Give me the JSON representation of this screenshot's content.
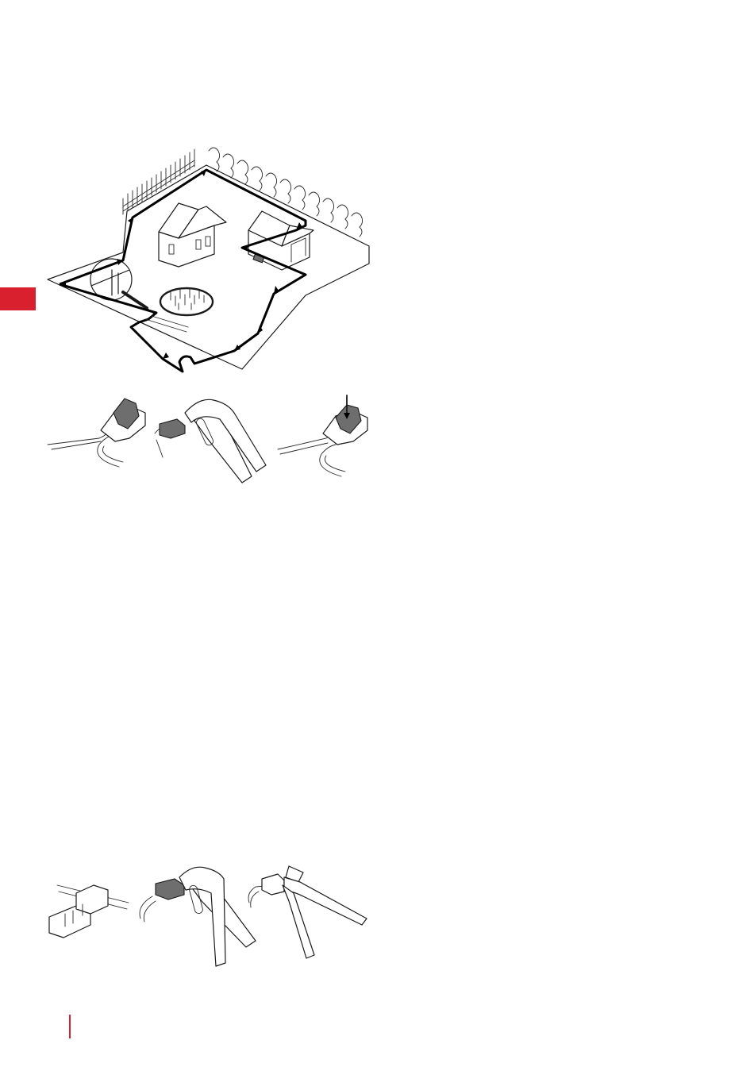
{
  "colors": {
    "accent": "#d9202f",
    "line": "#1a1a1a",
    "background": "#ffffff"
  },
  "icons": {
    "garden": "garden-boundary-layout-illustration",
    "connector_row": "wire-connector-crimp-steps",
    "splice_row": "wire-splice-crimp-steps"
  }
}
